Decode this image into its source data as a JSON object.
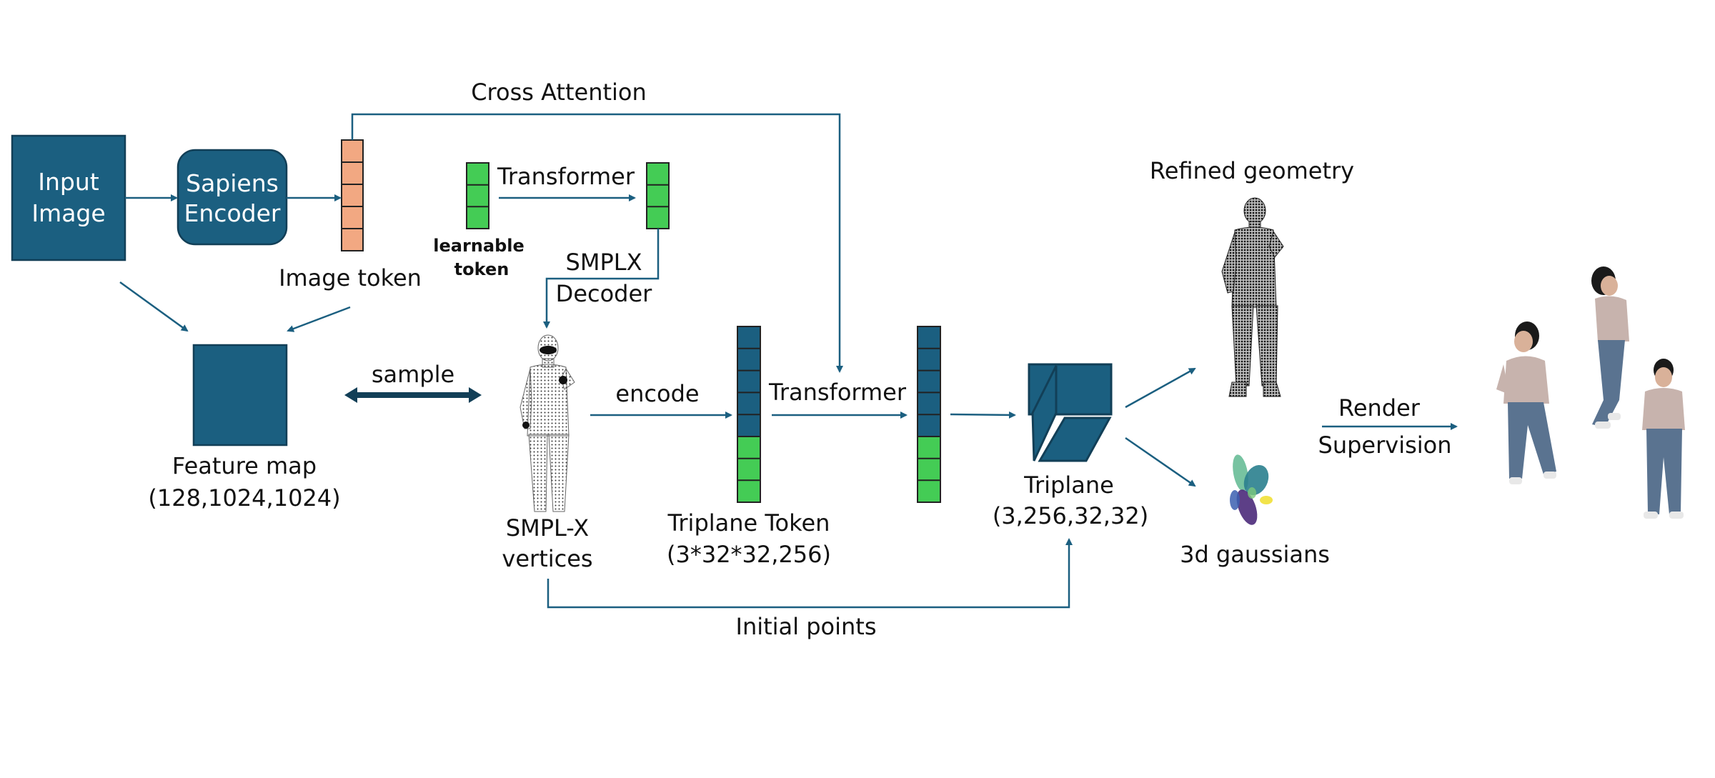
{
  "colors": {
    "block_fill": "#1b5f80",
    "block_stroke": "#123f57",
    "image_token_fill": "#f2a882",
    "learnable_token_fill": "#44cc55",
    "arrow": "#1b5f80"
  },
  "blocks": {
    "input_image": [
      "Input",
      "Image"
    ],
    "sapiens_encoder": [
      "Sapiens",
      "Encoder"
    ]
  },
  "labels": {
    "cross_attention": "Cross Attention",
    "transformer_top": "Transformer",
    "learnable_token": [
      "learnable",
      "token"
    ],
    "image_token": "Image token",
    "smplx_decoder": [
      "SMPLX",
      "Decoder"
    ],
    "sample": "sample",
    "encode": "encode",
    "transformer_mid": "Transformer",
    "feature_map": [
      "Feature map",
      "(128,1024,1024)"
    ],
    "smplx_vertices": [
      "SMPL-X",
      "vertices"
    ],
    "triplane_token": [
      "Triplane Token",
      "(3*32*32,256)"
    ],
    "triplane": [
      "Triplane",
      "(3,256,32,32)"
    ],
    "refined_geometry": "Refined geometry",
    "gaussians": "3d gaussians",
    "render_supervision": [
      "Render",
      "Supervision"
    ],
    "initial_points": "Initial points"
  },
  "icons": {
    "smplx_mesh": "human-point-cloud-icon",
    "refined_mesh": "human-point-cloud-icon",
    "gaussians": "gaussian-blobs-icon",
    "renders": "rendered-person-icon"
  }
}
